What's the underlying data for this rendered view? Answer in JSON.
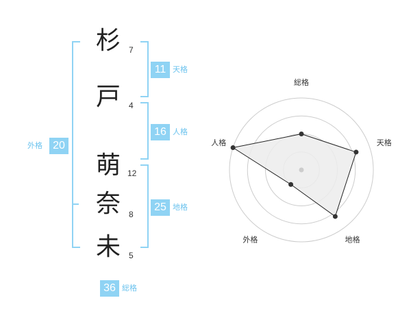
{
  "name": {
    "chars": [
      {
        "char": "杉",
        "strokes": "7"
      },
      {
        "char": "戸",
        "strokes": "4"
      },
      {
        "char": "萌",
        "strokes": "12"
      },
      {
        "char": "奈",
        "strokes": "8"
      },
      {
        "char": "未",
        "strokes": "5"
      }
    ]
  },
  "kakusu": {
    "tenkaku": {
      "value": "11",
      "label": "天格"
    },
    "jinkaku": {
      "value": "16",
      "label": "人格"
    },
    "chikaku": {
      "value": "25",
      "label": "地格"
    },
    "gaikaku": {
      "value": "20",
      "label": "外格"
    },
    "soukaku": {
      "value": "36",
      "label": "総格"
    }
  },
  "colors": {
    "accent": "#8fd3f4",
    "label": "#6cc3ee",
    "fill": "#ececec",
    "ring": "#cccccc"
  },
  "chart_data": {
    "type": "radar",
    "axes": [
      "総格",
      "天格",
      "地格",
      "外格",
      "人格"
    ],
    "values": [
      0.5,
      0.8,
      0.8,
      0.25,
      1.0
    ],
    "range": [
      0,
      1
    ],
    "rings": 4
  }
}
